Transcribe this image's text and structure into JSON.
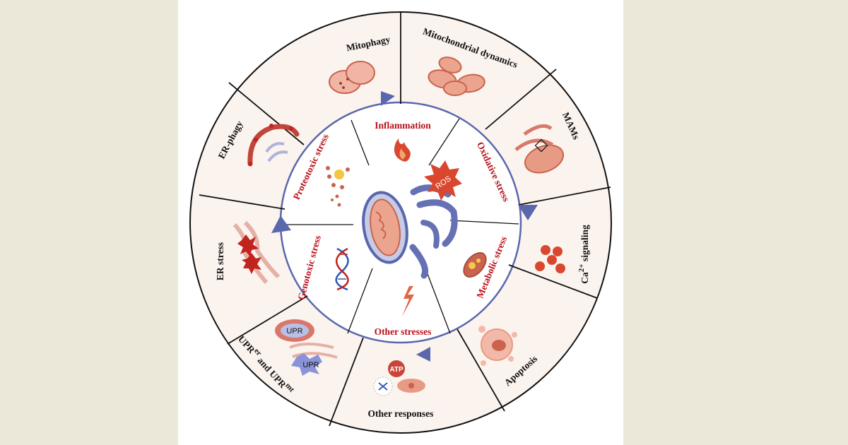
{
  "outer_segments": {
    "mitophagy": "Mitophagy",
    "mito_dynamics": "Mitochondrial dynamics",
    "mams": "MAMs",
    "ca_signaling": {
      "prefix": "Ca",
      "sup": "2+",
      "suffix": " signaling"
    },
    "apoptosis": "Apoptosis",
    "other_responses": "Other responses",
    "upr": {
      "a": "UPR",
      "a_sup": "er",
      "mid": " and UPR",
      "b_sup": "mt"
    },
    "er_stress": "ER stress",
    "er_phagy": "ER-phagy"
  },
  "inner_segments": {
    "inflammation": "Inflammation",
    "oxidative": "Oxidative stress",
    "metabolic": "Metabolic stress",
    "other": "Other stresses",
    "genotoxic": "Genotoxic stress",
    "proteotoxic": "Proteotoxic stress"
  },
  "icons": {
    "ros": "ROS",
    "atp": "ATP",
    "upr_a": "UPR",
    "upr_b": "UPR"
  },
  "colors": {
    "inner_text": "#b8121b",
    "arrow": "#5a67ad",
    "ring_fill": "#fbf3ee",
    "organelle": "#d9776a"
  }
}
